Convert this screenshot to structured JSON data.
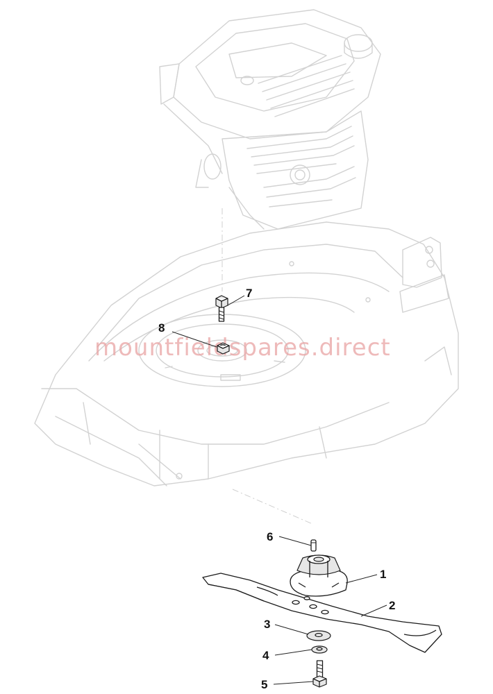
{
  "watermark": "mountfieldspares.direct",
  "callouts": [
    {
      "id": "1",
      "label": "1"
    },
    {
      "id": "2",
      "label": "2"
    },
    {
      "id": "3",
      "label": "3"
    },
    {
      "id": "4",
      "label": "4"
    },
    {
      "id": "5",
      "label": "5"
    },
    {
      "id": "6",
      "label": "6"
    },
    {
      "id": "7",
      "label": "7"
    },
    {
      "id": "8",
      "label": "8"
    }
  ]
}
